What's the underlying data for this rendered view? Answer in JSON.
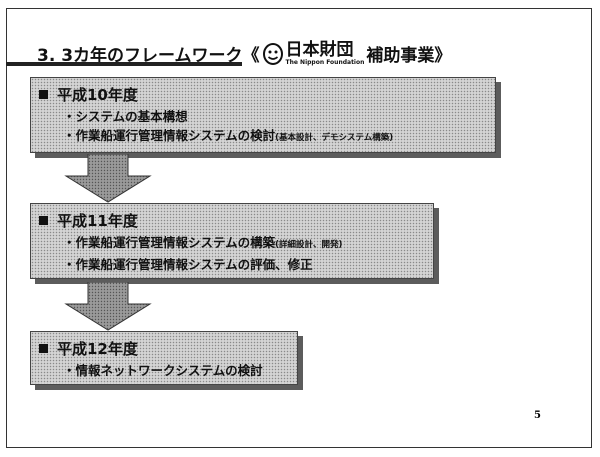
{
  "title": {
    "prefix": "3. 3カ年のフレームワーク《",
    "logo_main": "日本財団",
    "logo_sub": "The Nippon Foundation",
    "suffix": "補助事業》"
  },
  "sections": [
    {
      "heading": "平成10年度",
      "lines": [
        {
          "text": "・システムの基本構想",
          "note": ""
        },
        {
          "text": "・作業船運行管理情報システムの検討",
          "note": "(基本設計、デモシステム構築)"
        }
      ]
    },
    {
      "heading": "平成11年度",
      "lines": [
        {
          "text": "・作業船運行管理情報システムの構築",
          "note": "(詳細設計、開発)"
        },
        {
          "text": "・作業船運行管理情報システムの評価、修正",
          "note": ""
        }
      ]
    },
    {
      "heading": "平成12年度",
      "lines": [
        {
          "text": "・情報ネットワークシステムの検討",
          "note": ""
        }
      ]
    }
  ],
  "page_number": "5"
}
